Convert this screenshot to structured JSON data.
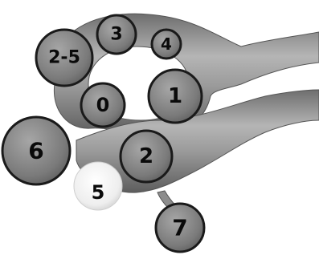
{
  "diagram": {
    "nodes": [
      {
        "id": "n25",
        "label": "2-5",
        "shade": "dark"
      },
      {
        "id": "n3",
        "label": "3",
        "shade": "dark"
      },
      {
        "id": "n4",
        "label": "4",
        "shade": "dark"
      },
      {
        "id": "n0",
        "label": "0",
        "shade": "dark"
      },
      {
        "id": "n1",
        "label": "1",
        "shade": "dark"
      },
      {
        "id": "n6",
        "label": "6",
        "shade": "dark"
      },
      {
        "id": "n2",
        "label": "2",
        "shade": "dark"
      },
      {
        "id": "n5",
        "label": "5",
        "shade": "light"
      },
      {
        "id": "n7",
        "label": "7",
        "shade": "dark"
      }
    ],
    "colors": {
      "background": "#ffffff",
      "band": "#8a8a8a",
      "band_highlight": "#cfcfcf",
      "node_fill": "#7d7d7d",
      "node_stroke": "#1a1a1a",
      "node_light_fill": "#f2f2f2",
      "label": "#0a0a0a"
    }
  }
}
